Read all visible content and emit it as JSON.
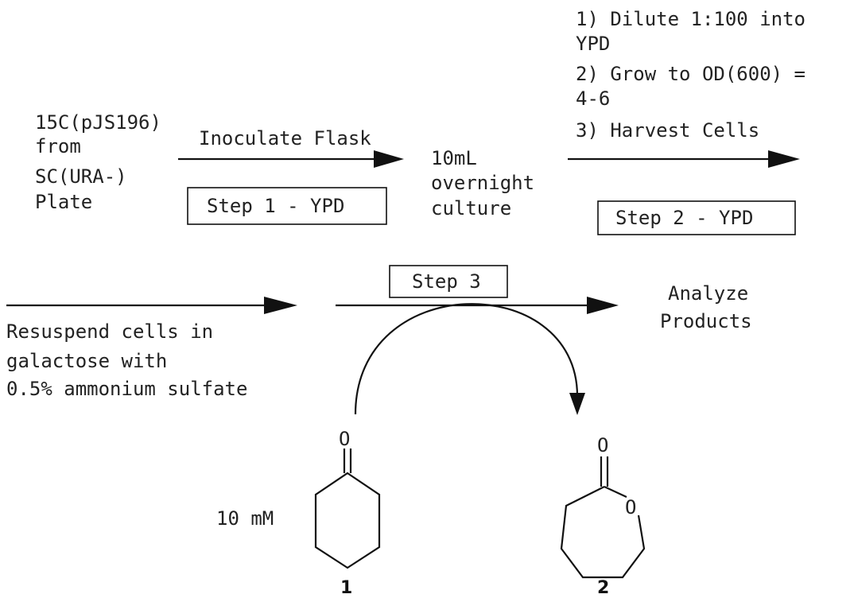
{
  "start_material": [
    "15C(pJS196)",
    "from",
    "SC(URA-)",
    "Plate"
  ],
  "arrow1_label": "Inoculate Flask",
  "step1": "Step 1 - YPD",
  "culture": [
    "10mL",
    "overnight",
    "culture"
  ],
  "step2_instructions": [
    "1) Dilute 1:100 into",
    "YPD",
    "2) Grow to OD(600) =",
    "4-6",
    "3) Harvest Cells"
  ],
  "step2": "Step 2 - YPD",
  "resuspend": [
    "Resuspend cells in",
    "galactose with",
    "0.5% ammonium sulfate"
  ],
  "step3": "Step 3",
  "analyze": [
    "Analyze",
    "Products"
  ],
  "substrate": {
    "concentration": "10 mM",
    "label": "1",
    "atom": "O"
  },
  "product": {
    "label": "2",
    "carbonyl_atom": "O",
    "ring_atom": "O"
  }
}
